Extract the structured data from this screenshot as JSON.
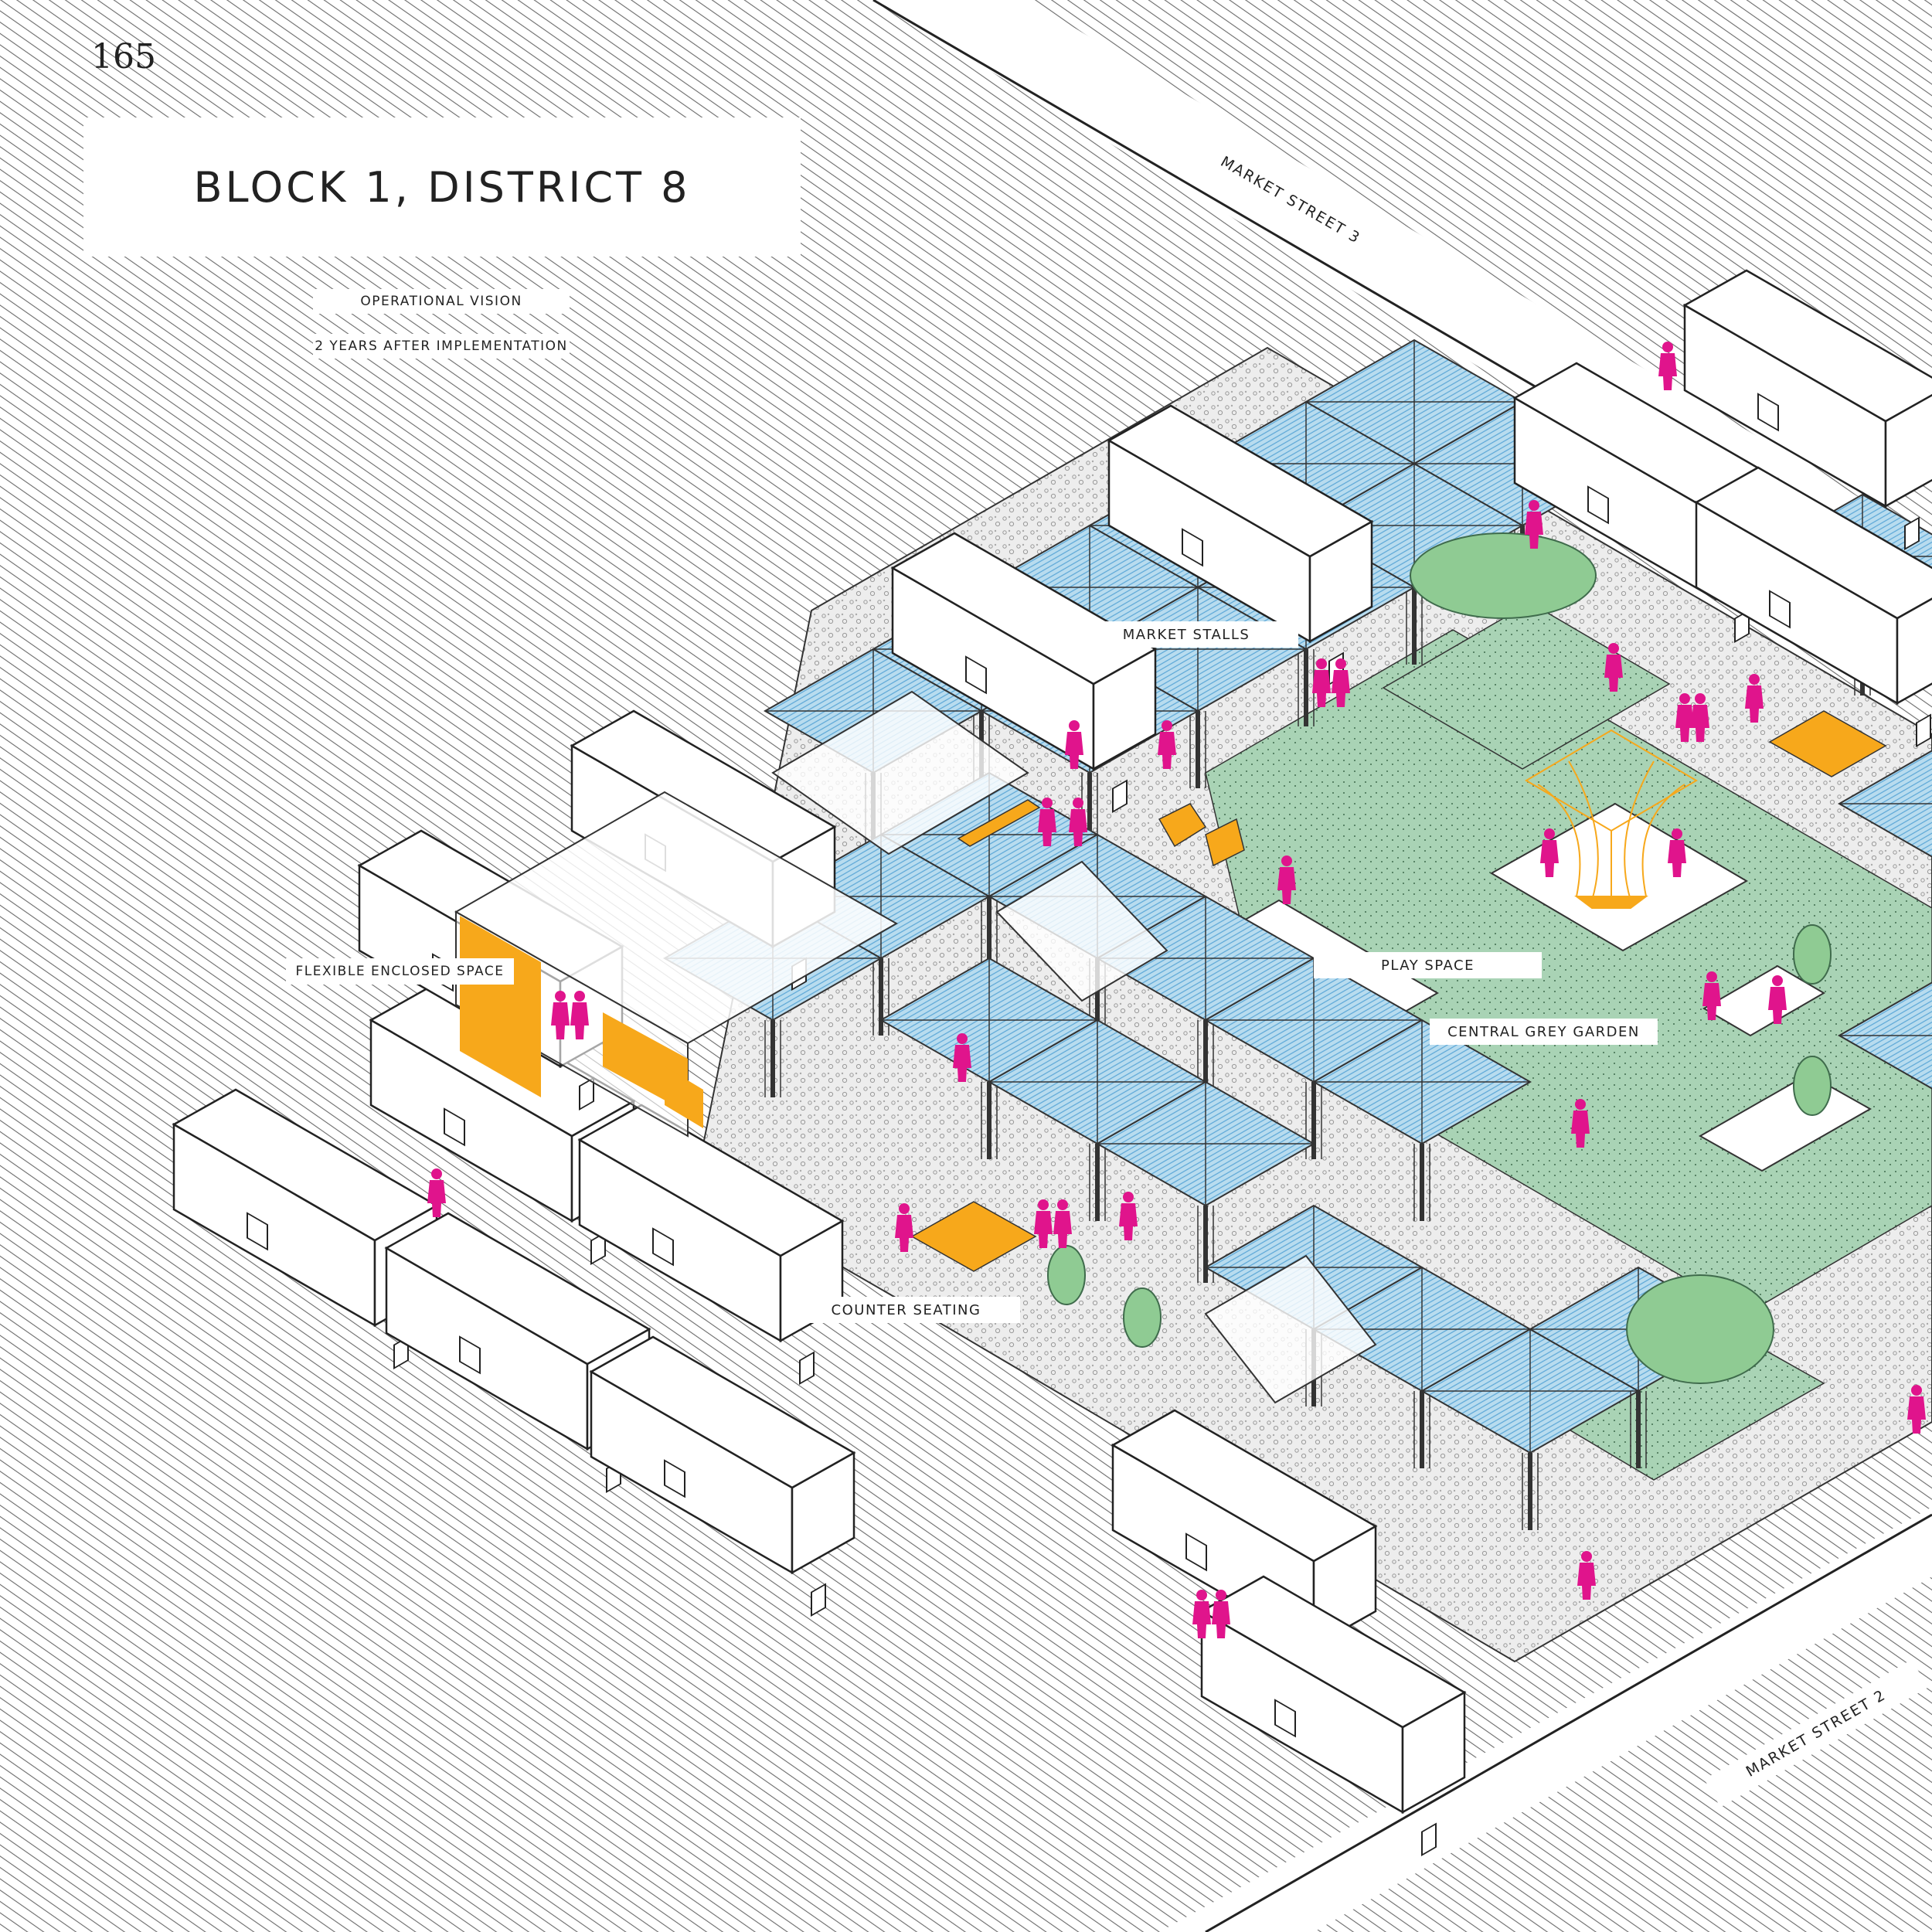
{
  "page_number": "165",
  "title": "BLOCK 1, DISTRICT 8",
  "tags": [
    "OPERATIONAL VISION",
    "2 YEARS AFTER IMPLEMENTATION"
  ],
  "streets": {
    "north": "MARKET STREET 3",
    "south": "MARKET STREET 2"
  },
  "labels": {
    "market_stalls": "MARKET STALLS",
    "flexible_enclosed_space": "FLEXIBLE ENCLOSED SPACE",
    "play_space": "PLAY SPACE",
    "central_grey_garden": "CENTRAL GREY GARDEN",
    "counter_seating": "COUNTER SEATING"
  },
  "colors": {
    "hatch": "#6a6a6a",
    "garden": "#a9d3b5",
    "canopy": "#a7d2ea",
    "people": "#e0148c",
    "furniture": "#f7a81b",
    "tree": "#8fcb93",
    "paving": "#ffffff",
    "gravel": "#ececec"
  }
}
